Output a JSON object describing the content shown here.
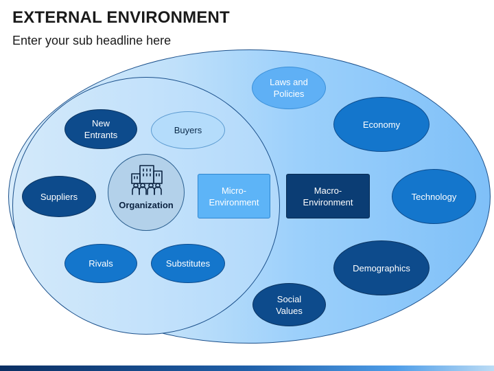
{
  "header": {
    "title": "EXTERNAL ENVIRONMENT",
    "subtitle": "Enter your sub headline here"
  },
  "center": {
    "label": "Organization",
    "icon": "building-people-icon"
  },
  "micro_nodes": {
    "new_entrants": "New\nEntrants",
    "buyers": "Buyers",
    "suppliers": "Suppliers",
    "rivals": "Rivals",
    "substitutes": "Substitutes"
  },
  "macro_nodes": {
    "laws_policies": "Laws and\nPolicies",
    "economy": "Economy",
    "technology": "Technology",
    "demographics": "Demographics",
    "social_values": "Social\nValues"
  },
  "labels": {
    "micro": "Micro-\nEnvironment",
    "macro": "Macro-\nEnvironment"
  },
  "colors": {
    "dark": "#0d4b8c",
    "mid": "#1476cc",
    "light": "#5fb0f5",
    "pale": "#b4dcfb"
  }
}
